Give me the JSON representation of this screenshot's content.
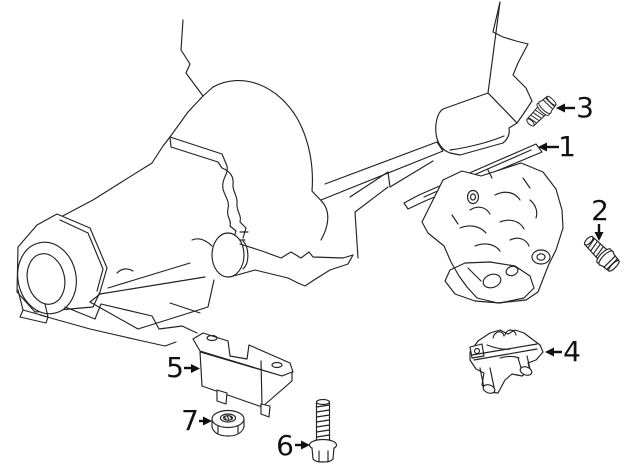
{
  "diagram": {
    "type": "parts-exploded-diagram",
    "subject": "transmission-and-mount-assembly",
    "colors": {
      "background": "#ffffff",
      "line": "#222222",
      "label": "#111111"
    },
    "callouts": [
      {
        "number": "1",
        "part": "transmission-mount-bracket",
        "arrow_direction": "left"
      },
      {
        "number": "2",
        "part": "bracket-bolt",
        "arrow_direction": "down"
      },
      {
        "number": "3",
        "part": "frame-bolt",
        "arrow_direction": "left"
      },
      {
        "number": "4",
        "part": "small-mount-bracket",
        "arrow_direction": "left"
      },
      {
        "number": "5",
        "part": "transmission-mount",
        "arrow_direction": "right"
      },
      {
        "number": "6",
        "part": "mount-flange-bolt",
        "arrow_direction": "right"
      },
      {
        "number": "7",
        "part": "mount-flange-nut",
        "arrow_direction": "right"
      }
    ]
  }
}
